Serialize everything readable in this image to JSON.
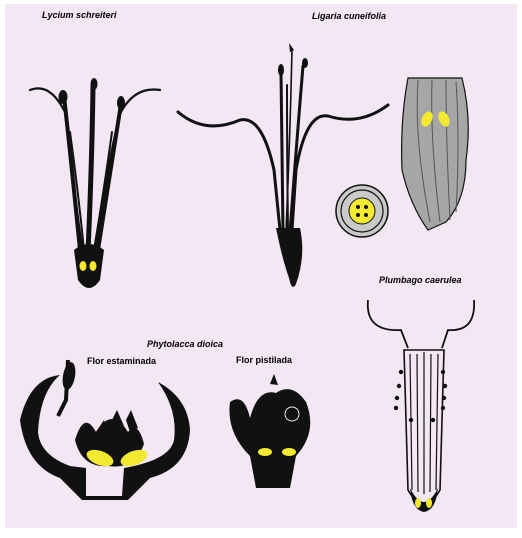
{
  "labels": {
    "lycium": "Lycium schreiteri",
    "ligaria": "Ligaria cuneifolia",
    "plumbago": "Plumbago caerulea",
    "phytolacca": "Phytolacca dioica",
    "estaminada": "Flor estaminada",
    "pistilada": "Flor pistilada"
  },
  "colors": {
    "background": "#f2e7f3",
    "border": "#ffffff",
    "ink": "#111111",
    "nectar": "#f2e930",
    "tissue": "#a6a6a6"
  }
}
